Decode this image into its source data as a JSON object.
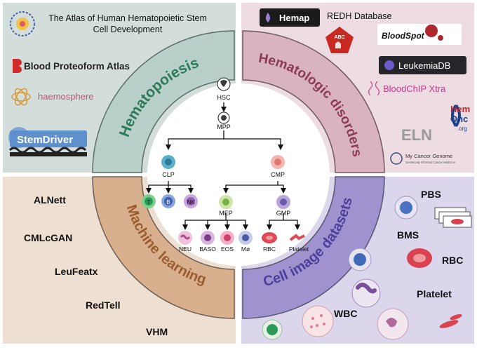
{
  "colors": {
    "hematopoiesis_bg": "#d3dedb",
    "hematopoiesis_arc": "#b9cfc9",
    "hematopoiesis_text": "#2c7a5a",
    "disorders_bg": "#eddde2",
    "disorders_arc": "#dab3c0",
    "disorders_text": "#8a3a55",
    "ml_bg": "#eedfd3",
    "ml_arc": "#d9b08d",
    "ml_text": "#9a5b2e",
    "imaging_bg": "#dcd6ec",
    "imaging_arc": "#9f92cf",
    "imaging_text": "#4d3f9a",
    "cell_blue": "#3f7dc4",
    "cell_purple": "#8c5fa8",
    "cell_red": "#d9434f",
    "cell_pink": "#e89bc0"
  },
  "quadrants": {
    "hematopoiesis": {
      "label": "Hematopoiesis",
      "resources": [
        "The Atlas of Human Hematopoietic Stem",
        "Cell Development",
        "Blood Proteoform Atlas",
        "haemosphere",
        "StemDriver"
      ]
    },
    "disorders": {
      "label": "Hematologic disorders",
      "resources": [
        "Hemap",
        "REDH Database",
        "ABC",
        "BloodSpot",
        "LeukemiaDB",
        "BloodChIP Xtra",
        "Hem",
        "Onc",
        ".org",
        "ELN",
        "My Cancer Genome",
        "Genetically Informed Cancer Medicine"
      ]
    },
    "ml": {
      "label": "Machine learning",
      "items": [
        "ALNett",
        "CMLcGAN",
        "LeuFeatx",
        "RedTell",
        "VHM"
      ]
    },
    "imaging": {
      "label": "Cell image datasets",
      "items": [
        "PBS",
        "BMS",
        "RBC",
        "Platelet",
        "WBC"
      ]
    }
  },
  "hierarchy": {
    "hsc": "HSC",
    "mpp": "MPP",
    "clp": "CLP",
    "cmp": "CMP",
    "t": "T",
    "b": "B",
    "nk": "NK",
    "mep": "MEP",
    "gmp": "GMP",
    "neu": "NEU",
    "baso": "BASO",
    "eos": "EOS",
    "mo": "Mø",
    "rbc": "RBC",
    "platelet": "Platelet"
  },
  "icons": [
    "stem-cell-atlas-logo-icon",
    "blood-drop-icon",
    "abc-pentagon-icon",
    "ribbon-icon",
    "globe-icon",
    "gear-icon"
  ]
}
